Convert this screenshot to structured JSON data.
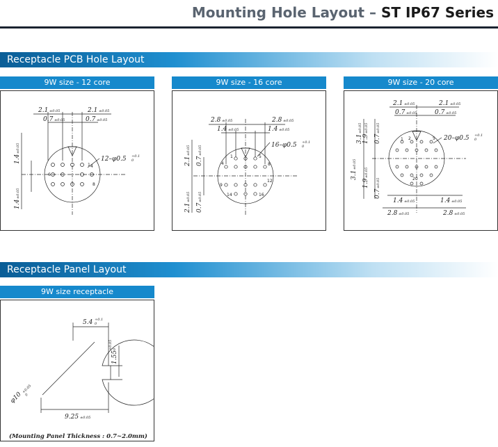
{
  "header": {
    "title_prefix": "Mounting Hole Layout – ",
    "title_strong": "ST IP67 Series"
  },
  "sections": {
    "pcb": {
      "title": "Receptacle PCB Hole Layout"
    },
    "panel": {
      "title": "Receptacle Panel Layout"
    }
  },
  "panels": {
    "p12": {
      "label": "9W size - 12 core",
      "dims": {
        "d21": "2.1",
        "d07": "0.7",
        "d14": "1.4",
        "tol_pm005": "±0.05",
        "holes": "12–φ0.5",
        "hole_tol": "+0.1",
        "hole_tol2": "0"
      },
      "pins": [
        "1",
        "4",
        "6",
        "8"
      ]
    },
    "p16": {
      "label": "9W size - 16 core",
      "dims": {
        "d28": "2.8",
        "d14": "1.4",
        "d21": "2.1",
        "d07": "0.7",
        "tol_pm005": "±0.05",
        "holes": "16–φ0.5",
        "hole_tol": "+0.1",
        "hole_tol2": "0"
      },
      "pins": [
        "1",
        "4",
        "5",
        "8",
        "9",
        "12",
        "14",
        "16"
      ]
    },
    "p20": {
      "label": "9W size - 20 core",
      "dims": {
        "d21": "2.1",
        "d07": "0.7",
        "d19": "1.9",
        "d31": "3.1",
        "d14": "1.4",
        "d28": "2.8",
        "tol_pm005": "±0.05",
        "holes": "20–φ0.5",
        "hole_tol": "+0.1",
        "hole_tol2": "0"
      },
      "pins": [
        "1",
        "2",
        "5",
        "20"
      ]
    },
    "panel9w": {
      "label": "9W size receptacle",
      "dims": {
        "d54": "5.4",
        "tol_54a": "+0.1",
        "tol_54b": "0",
        "d155": "1.55",
        "tol_155a": "+0.05",
        "tol_155b": "0",
        "d10": "φ10",
        "tol_10a": "+0.05",
        "tol_10b": "0",
        "d925": "9.25",
        "tol_925": "±0.05"
      },
      "note": "(Mounting Panel Thickness : 0.7~2.0mm)"
    }
  }
}
